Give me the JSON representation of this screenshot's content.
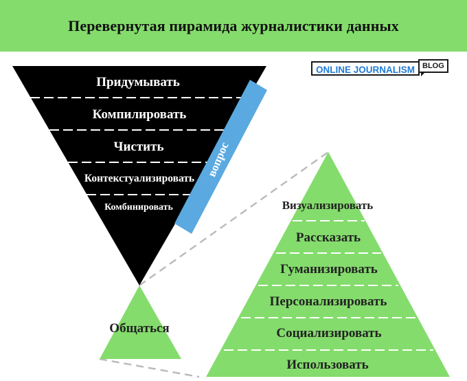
{
  "title": "Перевернутая пирамида журналистики данных",
  "logo": {
    "main": "ONLINE JOURNALISM",
    "badge": "BLOG"
  },
  "inverted_pyramid": {
    "layers": [
      "Придумывать",
      "Компилировать",
      "Чистить",
      "Контекстуализировать",
      "Комбинировать"
    ],
    "side_label": "вопрос"
  },
  "small_pyramid": {
    "label": "Общаться"
  },
  "communicate_pyramid": {
    "layers": [
      "Визуализировать",
      "Рассказать",
      "Гуманизировать",
      "Персонализировать",
      "Социализировать",
      "Использовать"
    ]
  },
  "colors": {
    "header_bg": "#84dc6c",
    "green": "#84dc6c",
    "black": "#000000",
    "blue_bar": "#5aa9e0",
    "logo_blue": "#1f7bd6",
    "dash": "#bbbbbb"
  }
}
